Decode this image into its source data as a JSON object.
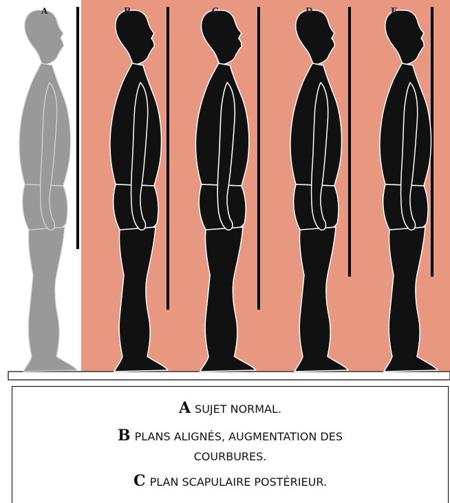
{
  "colors": {
    "background_panel": "#e89880",
    "normal_figure": "#999999",
    "deviant_figure": "#111111",
    "plumb_line": "#000000",
    "outline": "#ffffff"
  },
  "figure_labels": [
    "A",
    "B",
    "C",
    "D",
    "E"
  ],
  "caption": {
    "items": [
      {
        "letter": "A",
        "text": "SUJET NORMAL."
      },
      {
        "letter": "B",
        "text": "PLANS ALIGNÉS, AUGMENTATION DES"
      },
      {
        "letter": "",
        "text": "COURBURES."
      },
      {
        "letter": "C",
        "text": "PLAN SCAPULAIRE POSTÉRIEUR."
      }
    ]
  }
}
